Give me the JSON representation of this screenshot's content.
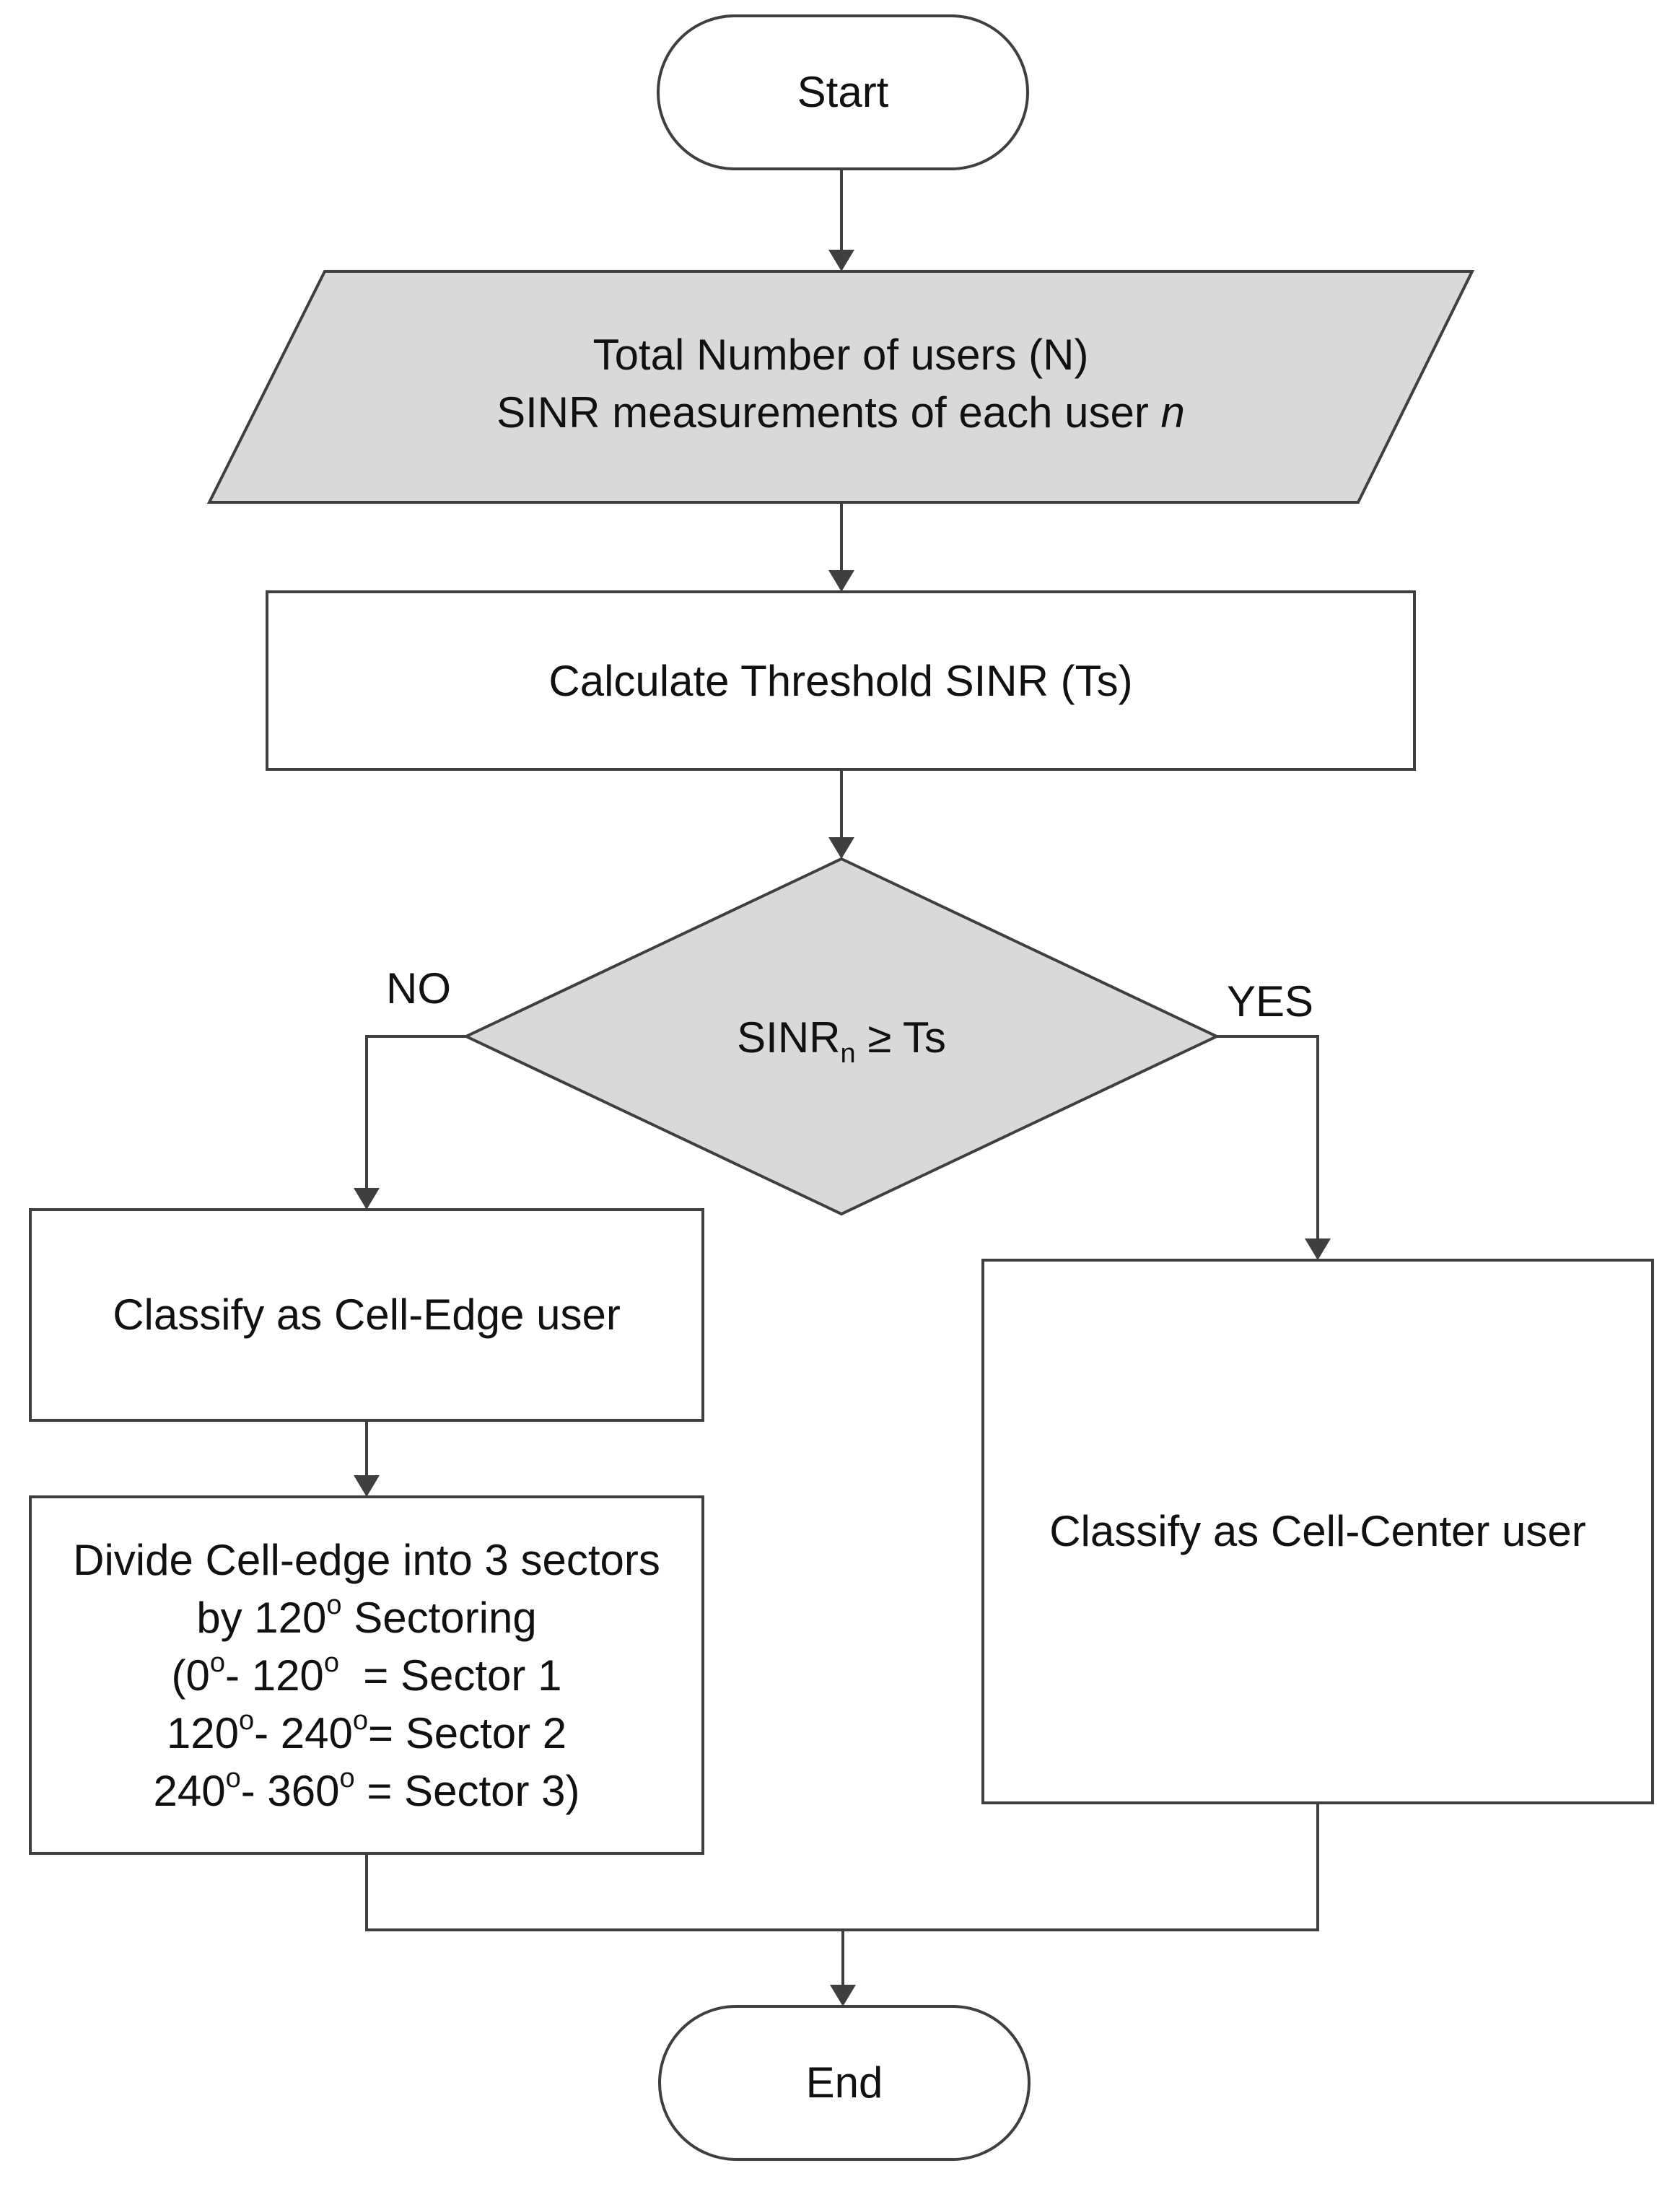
{
  "colors": {
    "stroke": "#3f3f3f",
    "input_fill": "#d9d9d9",
    "decision_fill": "#d9d9d9",
    "box_fill": "#ffffff"
  },
  "start": {
    "label": "Start"
  },
  "input": {
    "line1": "Total Number of users (N)",
    "line2_prefix": "SINR measurements of each user ",
    "line2_var": "n"
  },
  "threshold": {
    "label": "Calculate Threshold SINR (Ts)"
  },
  "decision": {
    "main": "SINR",
    "subscript": "n",
    "rest": " ≥ Ts",
    "no_label": "NO",
    "yes_label": "YES"
  },
  "edge": {
    "label": "Classify as Cell-Edge user"
  },
  "sectoring": {
    "line1": "Divide Cell-edge into 3 sectors",
    "line2_prefix": "by 120",
    "line2_suffix": " Sectoring",
    "line3_a": "(0",
    "line3_b": "- 120",
    "line3_c": "  = Sector 1",
    "line4_a": "120",
    "line4_b": "- 240",
    "line4_c": "= Sector 2",
    "line5_a": "240",
    "line5_b": "- 360",
    "line5_c": " = Sector 3)",
    "degree": "o"
  },
  "center": {
    "label": "Classify as Cell-Center user"
  },
  "end": {
    "label": "End"
  }
}
